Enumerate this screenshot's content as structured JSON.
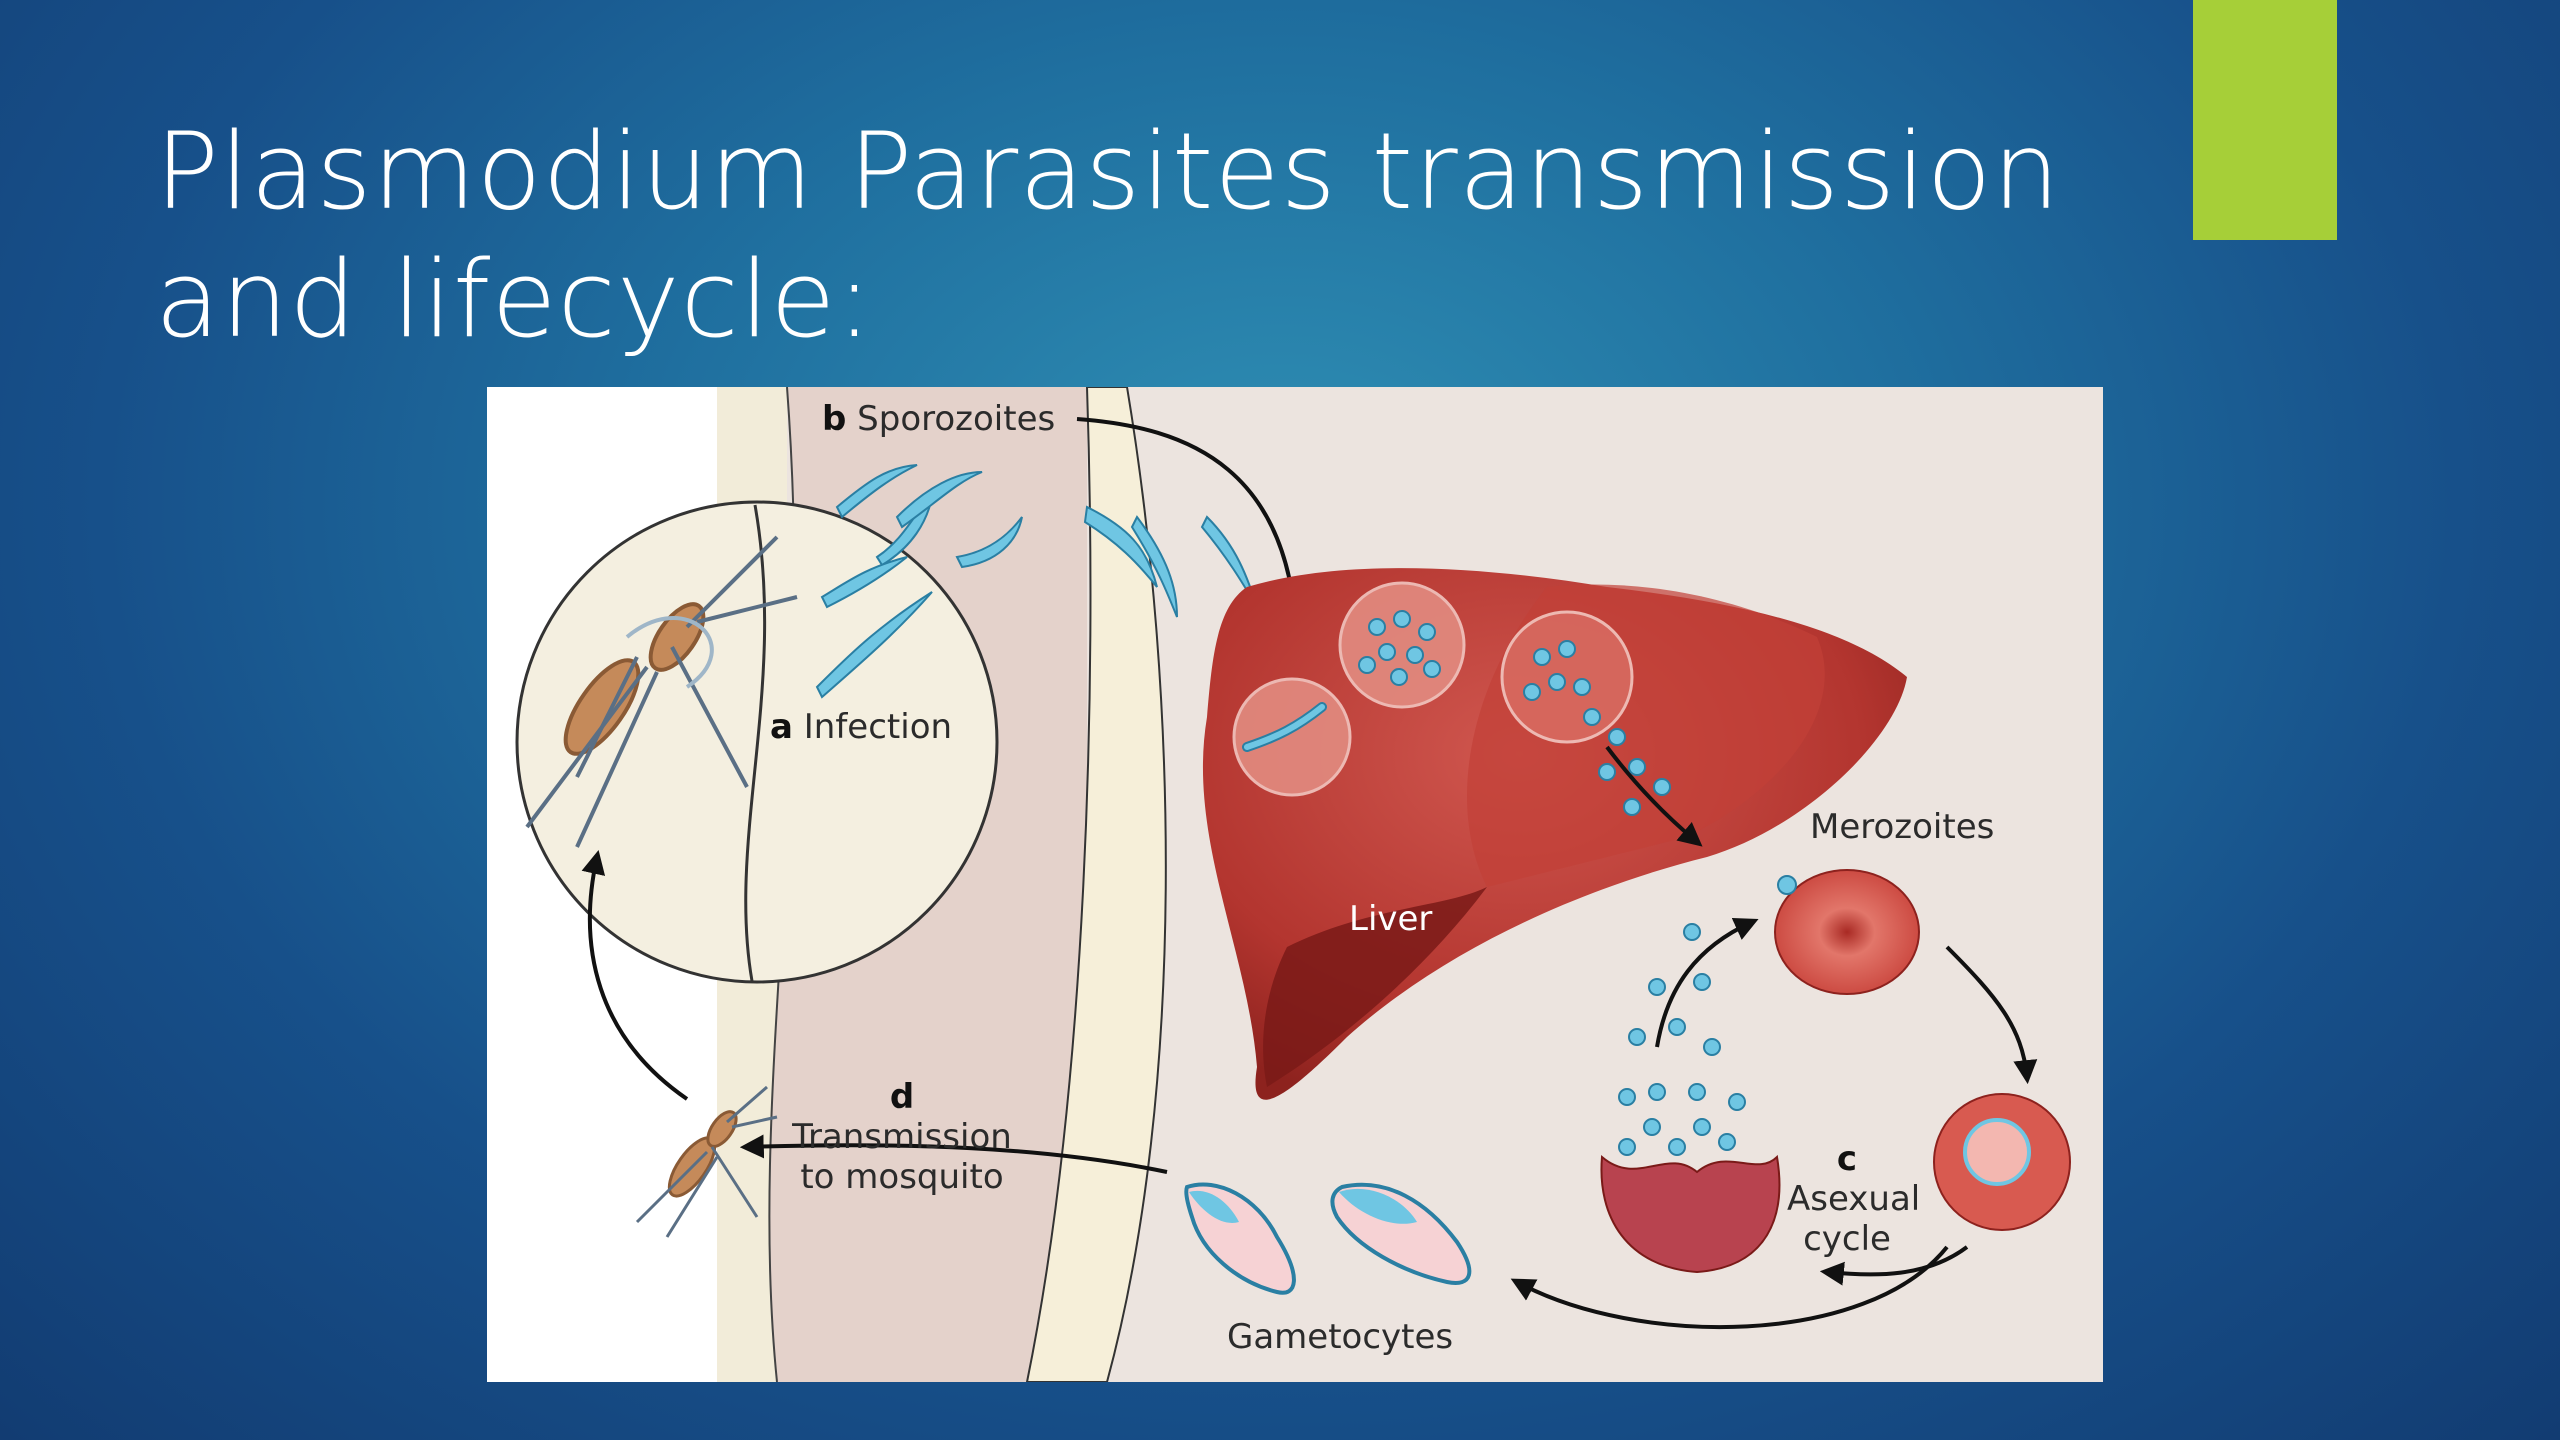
{
  "slide": {
    "title": "Plasmodium Parasites transmission and lifecycle:",
    "accent_color": "#a6cf38",
    "background_color": "#1f6f9f"
  },
  "diagram": {
    "labels": {
      "a_letter": "a",
      "a_text": "Infection",
      "b_letter": "b",
      "b_text": "Sporozoites",
      "liver": "Liver",
      "merozoites": "Merozoites",
      "c_letter": "c",
      "c_text_line1": "Asexual",
      "c_text_line2": "cycle",
      "d_letter": "d",
      "d_text_line1": "Transmission",
      "d_text_line2": "to mosquito",
      "gametocytes": "Gametocytes"
    }
  }
}
